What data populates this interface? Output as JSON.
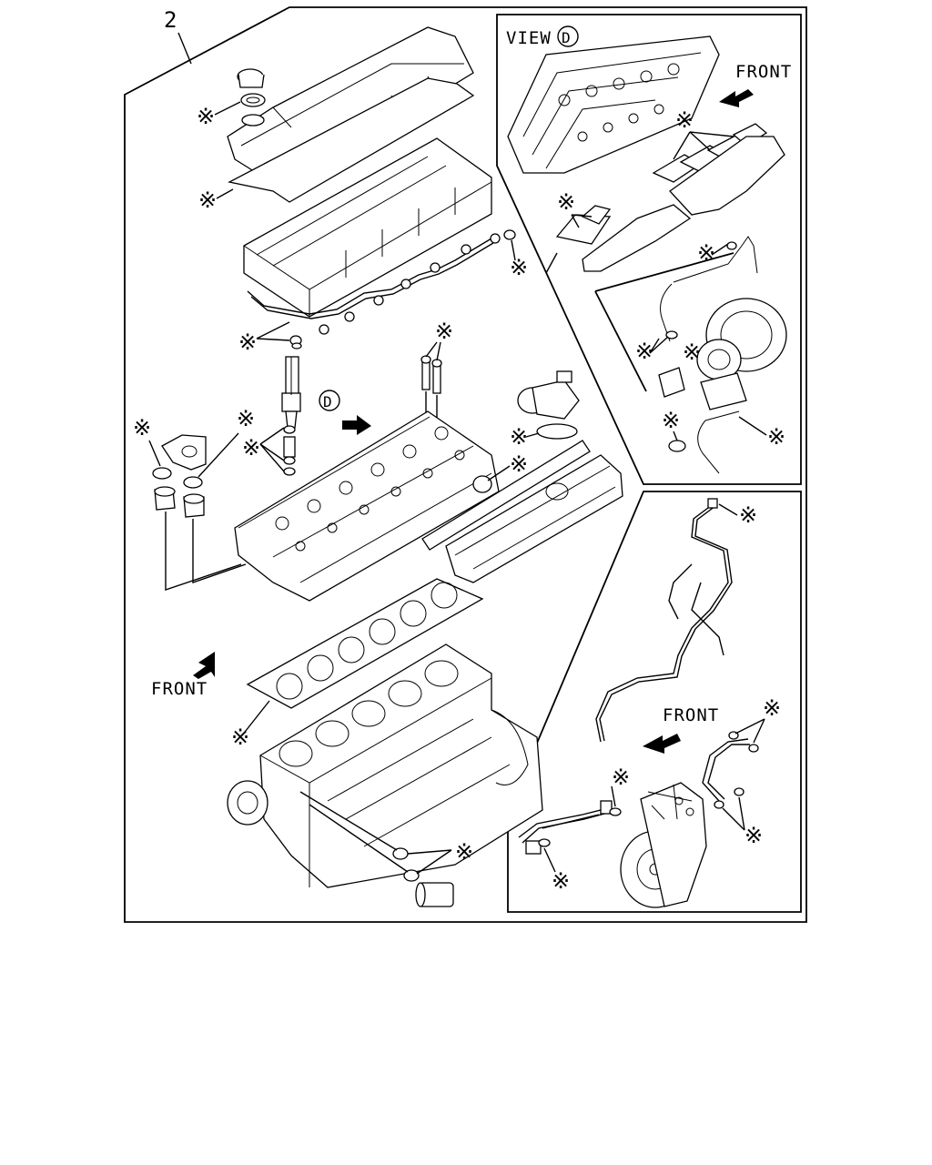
{
  "diagram": {
    "item_number": "2",
    "view_label": "VIEW",
    "view_ref": "D",
    "main_view_ref": "D",
    "front_labels": [
      "FRONT",
      "FRONT",
      "FRONT"
    ],
    "asterisk": "※"
  }
}
